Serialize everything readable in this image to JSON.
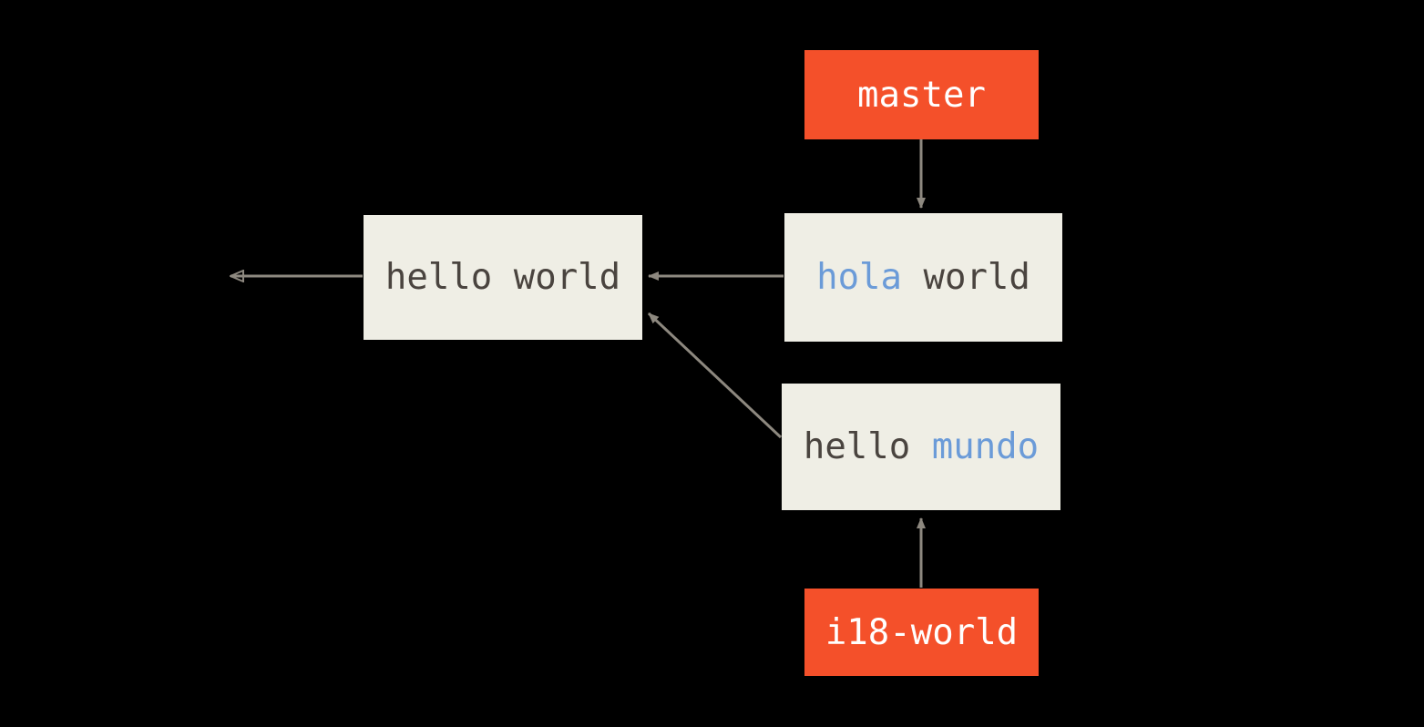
{
  "diagram": {
    "title": "git branch and commit graph",
    "background_color": "#000000",
    "edge_color": "#8d887f",
    "commit_box_color": "#efeee5",
    "branch_box_color": "#f4502a",
    "text_dark_color": "#4a443f",
    "text_blue_color": "#6b9bd8",
    "text_white_color": "#ffffff"
  },
  "nodes": {
    "master": {
      "label": "master",
      "kind": "branch"
    },
    "hello_world": {
      "label": "hello world",
      "kind": "commit",
      "tokens": [
        {
          "text": "hello world",
          "color": "dark"
        }
      ]
    },
    "hola_world": {
      "label": "hola world",
      "kind": "commit",
      "tokens": [
        {
          "text": "hola",
          "color": "blue"
        },
        {
          "text": " world",
          "color": "dark"
        }
      ],
      "part_changed": "hola",
      "part_same": " world"
    },
    "hello_mundo": {
      "label": "hello mundo",
      "kind": "commit",
      "tokens": [
        {
          "text": "hello ",
          "color": "dark"
        },
        {
          "text": "mundo",
          "color": "blue"
        }
      ],
      "part_same": "hello ",
      "part_changed": "mundo"
    },
    "i18_world": {
      "label": "i18-world",
      "kind": "branch"
    }
  },
  "edges": [
    {
      "from": "master",
      "to": "hola_world",
      "arrowhead": "filled",
      "direction": "down"
    },
    {
      "from": "hola_world",
      "to": "hello_world",
      "arrowhead": "filled",
      "direction": "left"
    },
    {
      "from": "hello_world",
      "to": "parent",
      "arrowhead": "hollow",
      "direction": "left"
    },
    {
      "from": "hello_mundo",
      "to": "hello_world",
      "arrowhead": "filled",
      "direction": "up-left"
    },
    {
      "from": "i18_world",
      "to": "hello_mundo",
      "arrowhead": "filled",
      "direction": "up"
    }
  ]
}
